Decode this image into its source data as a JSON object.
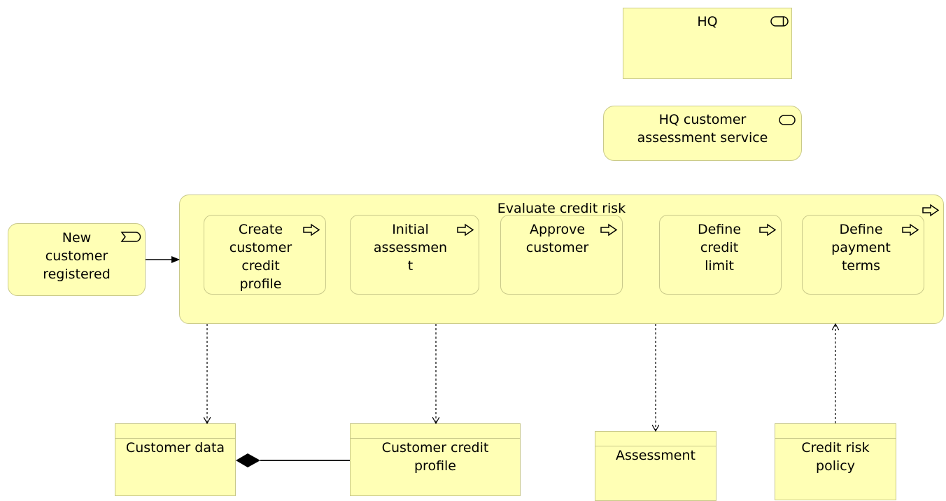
{
  "colors": {
    "fill": "#ffffb5",
    "stroke": "#c9c98a",
    "line": "#000000"
  },
  "nodes": {
    "hq": {
      "label": "HQ",
      "icon": "business-actor-icon"
    },
    "hq_service": {
      "label": "HQ customer\nassessment service",
      "icon": "business-service-icon"
    },
    "evaluate": {
      "label": "Evaluate credit risk",
      "icon": "business-process-icon"
    },
    "new_customer": {
      "label": "New\ncustomer\nregistered",
      "icon": "business-event-icon"
    },
    "steps": [
      {
        "label": "Create\ncustomer\ncredit\nprofile",
        "icon": "business-process-icon"
      },
      {
        "label": "Initial\nassessmen\nt",
        "icon": "business-process-icon"
      },
      {
        "label": "Approve\ncustomer",
        "icon": "business-process-icon"
      },
      {
        "label": "Define\ncredit\nlimit",
        "icon": "business-process-icon"
      },
      {
        "label": "Define\npayment\nterms",
        "icon": "business-process-icon"
      }
    ],
    "objects": [
      {
        "label": "Customer data"
      },
      {
        "label": "Customer credit\nprofile"
      },
      {
        "label": "Assessment"
      },
      {
        "label": "Credit risk\npolicy"
      }
    ]
  },
  "relations": [
    {
      "type": "triggering",
      "from": "New customer registered",
      "to": "Evaluate credit risk"
    },
    {
      "type": "access-write",
      "from": "Evaluate credit risk",
      "to": "Customer data"
    },
    {
      "type": "access-write",
      "from": "Evaluate credit risk",
      "to": "Customer credit profile"
    },
    {
      "type": "access-write",
      "from": "Evaluate credit risk",
      "to": "Assessment"
    },
    {
      "type": "access-read",
      "from": "Credit risk policy",
      "to": "Evaluate credit risk"
    },
    {
      "type": "composition",
      "from": "Customer data",
      "to": "Customer credit profile"
    }
  ]
}
